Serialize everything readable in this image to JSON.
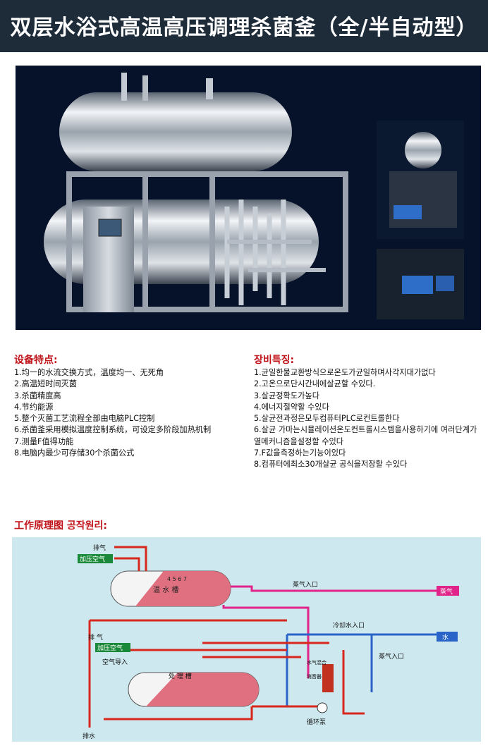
{
  "banner": {
    "title": "双层水浴式高温高压调理杀菌釜（全/半自动型）"
  },
  "features_cn": {
    "heading": "设备特点:",
    "items": [
      "1.均一的水流交换方式，温度均一、无死角",
      "2.高温短时间灭菌",
      "3.杀菌精度高",
      "4.节约能源",
      "5.整个灭菌工艺流程全部由电脑PLC控制",
      "6.杀菌釜采用模拟温度控制系统，可设定多阶段加热机制",
      "7.测量F值得功能",
      "8.电脑内最少可存储30个杀菌公式"
    ]
  },
  "features_kr": {
    "heading": "장비특징:",
    "items": [
      "1.균일한물교환방식으로온도가균일하며사각지대가없다",
      "2.고온으로단시간내에살균할 수있다.",
      "3.살균정확도가높다",
      "4.에너지절약할 수있다",
      "5.살균전과정은모두컴퓨터PLC로컨트롤한다",
      "6.살균 가마는시뮬레이션온도컨트롤시스템을사용하기에 여러단계가열메커니즘을설정할 수있다",
      "7.F값을측정하는기능이있다",
      "8.컴퓨터에최소30개살균 공식을저장할 수있다"
    ]
  },
  "diagram": {
    "heading": "工作原理图 공작원리:",
    "labels": {
      "exhaust_top": "排气",
      "pressurized_air_top": "加压空气",
      "hot_water_tank": "温 水 槽",
      "tank_numbers": "4 5 6 7",
      "steam_inlet_top": "蒸气入口",
      "steam_box": "蒸气",
      "cooling_water_inlet": "冷却水入口",
      "water_box": "水",
      "steam_inlet_bottom": "蒸气入口",
      "exhaust_mid": "排 气",
      "pressurized_air_mid": "加压空气",
      "air_intake": "空气导入",
      "treatment_tank": "处 理 槽",
      "circulation_pump": "循环泵",
      "drain": "排水",
      "heat_exchanger_a": "水气混合",
      "heat_exchanger_b": "消音器"
    }
  },
  "colors": {
    "banner_bg": "#1e2c3a",
    "heading_red": "#c0141a",
    "pipe_red": "#d8281e",
    "pipe_pink": "#e0248a",
    "pipe_blue": "#2a64c8",
    "diagram_bg": "#cde9ef",
    "air_box_green": "#1a8a3a"
  }
}
